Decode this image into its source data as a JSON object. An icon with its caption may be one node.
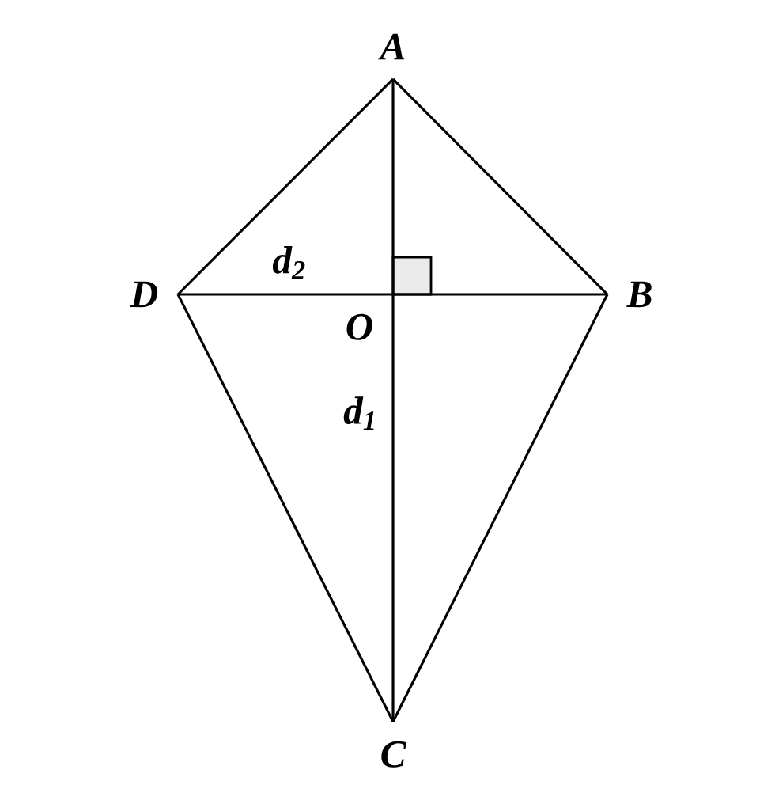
{
  "diagram": {
    "nodes": [
      {
        "text": [
          "A"
        ]
      },
      {
        "text": [
          "D"
        ]
      },
      {
        "text": [
          "O"
        ]
      },
      {
        "text": [
          "B"
        ]
      },
      {
        "text": [
          "C"
        ]
      }
    ],
    "edges": [
      {
        "from": 0,
        "to": 3,
        "arrow": "none"
      },
      {
        "from": 3,
        "to": 4,
        "arrow": "none"
      },
      {
        "from": 4,
        "to": 1,
        "arrow": "none"
      },
      {
        "from": 1,
        "to": 0,
        "arrow": "none"
      },
      {
        "from": 0,
        "to": 4,
        "arrow": "none",
        "label": "d$_{1}$"
      },
      {
        "from": 1,
        "to": 3,
        "arrow": "none",
        "label": "d$_{2}$"
      }
    ]
  }
}
